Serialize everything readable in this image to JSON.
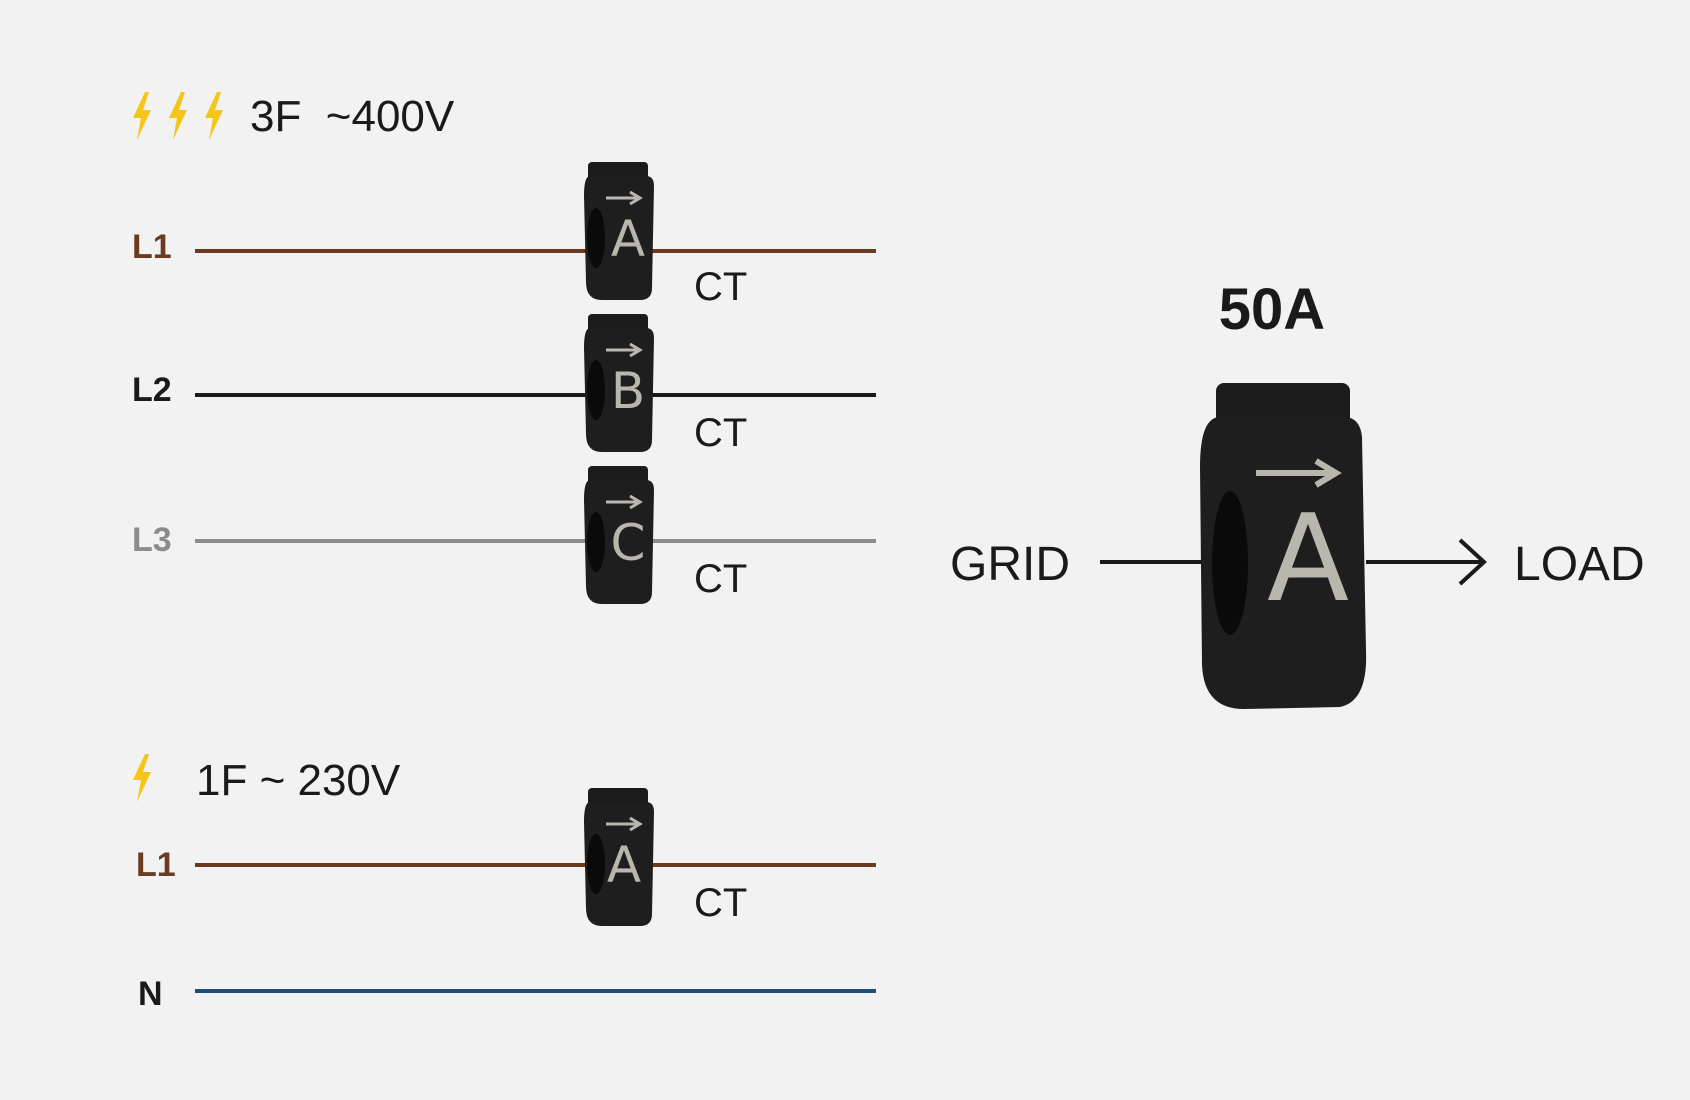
{
  "three_phase": {
    "title": "3F  ~400V",
    "lines": [
      {
        "label": "L1",
        "color": "#6b3a1f",
        "ct_letter": "A",
        "ct_label": "CT"
      },
      {
        "label": "L2",
        "color": "#1a1a1a",
        "ct_letter": "B",
        "ct_label": "CT"
      },
      {
        "label": "L3",
        "color": "#8c8c8c",
        "ct_letter": "C",
        "ct_label": "CT"
      }
    ]
  },
  "single_phase": {
    "title": "1F ~ 230V",
    "lines": [
      {
        "label": "L1",
        "color": "#6b3a1f",
        "ct_letter": "A",
        "ct_label": "CT"
      },
      {
        "label": "N",
        "color": "#1f4e7a"
      }
    ]
  },
  "ct_detail": {
    "rating": "50A",
    "grid_label": "GRID",
    "load_label": "LOAD",
    "letter": "A"
  },
  "colors": {
    "background": "#f2f2f2",
    "bolt": "#f5c518",
    "ct_body": "#1e1e1e",
    "ct_marking": "#b9b6ae"
  },
  "icons": {
    "phase_indicator": "lightning-bolt-icon",
    "direction": "arrow-right-icon"
  }
}
